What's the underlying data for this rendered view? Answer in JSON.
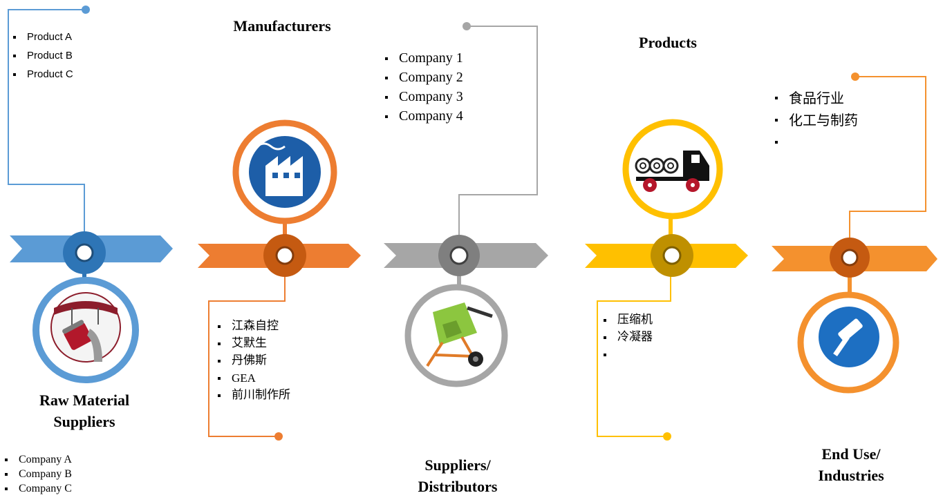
{
  "colors": {
    "raw_material": "#5b9bd5",
    "raw_material_dark": "#2e75b6",
    "manufacturers": "#ed7d31",
    "manufacturers_dark": "#c55a11",
    "distributors": "#a6a6a6",
    "distributors_dark": "#7f7f7f",
    "products": "#ffc000",
    "products_dark": "#bf9000",
    "end_use": "#f4912e",
    "end_use_dark": "#c55a11"
  },
  "stages": [
    {
      "title_line1": "Raw Material",
      "title_line2": "Suppliers",
      "icon": "paint-pour-icon",
      "top_list": [
        "Product A",
        "Product B",
        "Product C"
      ],
      "bottom_list": [
        "Company A",
        "Company B",
        "Company C"
      ]
    },
    {
      "title_line1": "Manufacturers",
      "icon": "factory-icon",
      "bottom_list": [
        "江森自控",
        "艾默生",
        "丹佛斯",
        "GEA",
        "前川制作所"
      ]
    },
    {
      "title_line1": "Suppliers/",
      "title_line2": "Distributors",
      "icon": "cement-mixer-icon",
      "top_list": [
        "Company 1",
        "Company 2",
        "Company 3",
        "Company 4"
      ]
    },
    {
      "title_line1": "Products",
      "icon": "truck-icon",
      "bottom_list": [
        "压缩机",
        "冷凝器",
        ""
      ]
    },
    {
      "title_line1": "End Use/",
      "title_line2": "Industries",
      "icon": "paint-roller-icon",
      "top_list": [
        "食品行业",
        "化工与制药",
        ""
      ]
    }
  ]
}
